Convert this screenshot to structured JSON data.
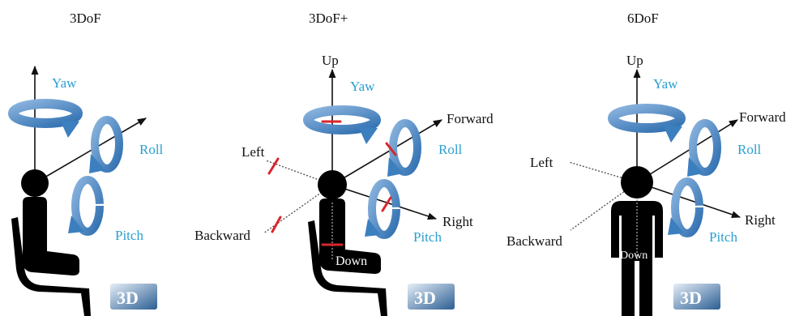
{
  "panels": [
    {
      "title": "3DoF",
      "labels": {
        "yaw": "Yaw",
        "roll": "Roll",
        "pitch": "Pitch"
      },
      "badge": "3D"
    },
    {
      "title": "3DoF+",
      "labels": {
        "up": "Up",
        "yaw": "Yaw",
        "forward": "Forward",
        "roll": "Roll",
        "left": "Left",
        "right": "Right",
        "pitch": "Pitch",
        "backward": "Backward",
        "down": "Down"
      },
      "badge": "3D"
    },
    {
      "title": "6DoF",
      "labels": {
        "up": "Up",
        "yaw": "Yaw",
        "forward": "Forward",
        "roll": "Roll",
        "left": "Left",
        "right": "Right",
        "pitch": "Pitch",
        "backward": "Backward",
        "down": "Down"
      },
      "badge": "3D"
    }
  ],
  "colors": {
    "arrow_blue": "#3c7fbf",
    "label_blue": "#2a9fd0",
    "limit_red": "#d9262c",
    "figure": "#000000"
  }
}
